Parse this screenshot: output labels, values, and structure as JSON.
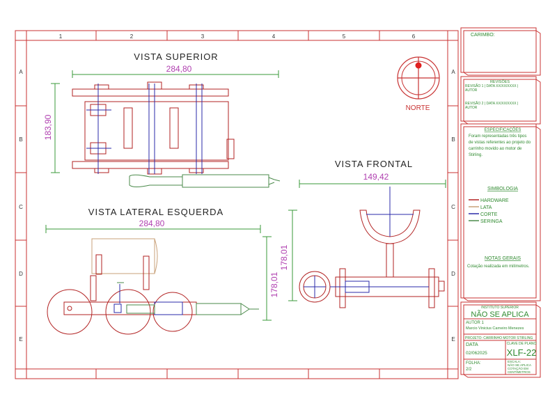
{
  "grid": {
    "columns": [
      "1",
      "2",
      "3",
      "4",
      "5",
      "6"
    ],
    "rows": [
      "A",
      "B",
      "C",
      "D",
      "E"
    ]
  },
  "north": {
    "label": "NORTE"
  },
  "views": {
    "top": {
      "title": "VISTA SUPERIOR",
      "dim_width": "284,80",
      "dim_height": "183,90"
    },
    "front": {
      "title": "VISTA FRONTAL",
      "dim_width": "149,42",
      "dim_height": "178,01"
    },
    "left_side": {
      "title": "VISTA LATERAL ESQUERDA",
      "dim_width": "284,80",
      "dim_height": "178,01"
    }
  },
  "title_block": {
    "stamp_label": "CARIMBO:",
    "revisions": {
      "title": "REVISÕES",
      "rev1_line1": "REVISÃO 1 | DATA XX/XX/XXXX |",
      "rev1_line2": "AUTOR",
      "rev2_line1": "REVISÃO 2 | DATA XX/XX/XXXX |",
      "rev2_line2": "AUTOR"
    },
    "specs": {
      "title": "ESPECIFICAÇÕES",
      "lines": [
        "Foram representadas três tipos",
        "de vistas referentes ao projeto do",
        "carrinho movido ao motor de",
        "Stirling."
      ]
    },
    "symbology": {
      "title": "SIMBOLOGIA",
      "items": [
        {
          "label": "HARDWARE",
          "color": "#b22222"
        },
        {
          "label": "LATA",
          "color": "#c8a078"
        },
        {
          "label": "CORTE",
          "color": "#2a2aa8"
        },
        {
          "label": "SERINGA",
          "color": "#4a8a4a"
        }
      ]
    },
    "notes": {
      "title": "NOTAS GERAIS",
      "text": "Cotação realizada em milímetros."
    },
    "institute": {
      "title": "INSTITUTO SUPERIOR",
      "value": "NÃO SE APLICA"
    },
    "author": {
      "label": "AUTOR 1",
      "name": "Marcio Vinicius Carneiro Menezes"
    },
    "project": "PROJETO: CARRINHO MOTOR STIRLING",
    "date_label": "DATA",
    "date_value": "02/062025",
    "sheet_key_label": "CLAVE DE PLANO",
    "sheet_key_value": "XLF-22",
    "page_label": "FOLHA:",
    "page_value": "2/2",
    "scale_label": "ESCALA:",
    "scale_value": "NÃO SE APLICA",
    "quote_label": "COTAÇÃO EM",
    "quote_value": "CENTÍMETROS"
  },
  "colors": {
    "frame": "#c83232",
    "dim": "#3a9a3a",
    "dim_text": "#b040b0",
    "hardware": "#b22222",
    "cut": "#2a2aa8",
    "can": "#c8a078",
    "syringe": "#4a8a4a",
    "title_text": "#222222",
    "block_text": "#2f8a2f"
  }
}
